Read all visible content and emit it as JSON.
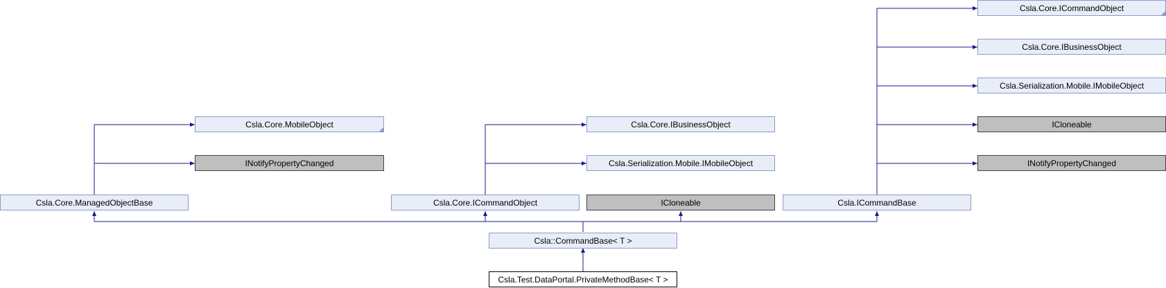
{
  "nodes": {
    "current_class": "Csla.Test.DataPortal.PrivateMethodBase< T >",
    "command_base": "Csla::CommandBase< T >",
    "managed_object_base": "Csla.Core.ManagedObjectBase",
    "core_icommandobject": "Csla.Core.ICommandObject",
    "icloneable_mid": "ICloneable",
    "icommandbase": "Csla.ICommandBase",
    "mobile_object": "Csla.Core.MobileObject",
    "inotify_left": "INotifyPropertyChanged",
    "ibusinessobject_mid": "Csla.Core.IBusinessObject",
    "imobileobject_mid": "Csla.Serialization.Mobile.IMobileObject",
    "icommandobject_right": "Csla.Core.ICommandObject",
    "ibusinessobject_right": "Csla.Core.IBusinessObject",
    "imobileobject_right": "Csla.Serialization.Mobile.IMobileObject",
    "icloneable_right": "ICloneable",
    "inotify_right": "INotifyPropertyChanged"
  },
  "colors": {
    "edge": "#1a1a8c",
    "linked_fill": "#e8edf7",
    "linked_border": "#8a9cc6",
    "external_fill": "#bfbfbf"
  }
}
